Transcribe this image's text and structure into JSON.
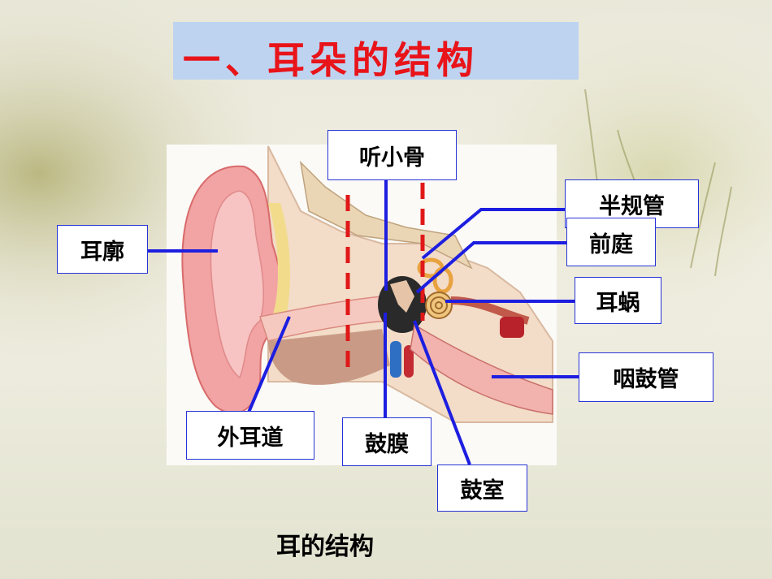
{
  "title": "一、耳朵的结构",
  "caption": "耳的结构",
  "labels": {
    "auricle": "耳廓",
    "ossicles": "听小骨",
    "semicircular_canals": "半规管",
    "vestibule": "前庭",
    "cochlea": "耳蜗",
    "eustachian_tube": "咽鼓管",
    "ear_canal": "外耳道",
    "eardrum": "鼓膜",
    "tympanic_cavity": "鼓室"
  },
  "colors": {
    "title_text": "#e8141a",
    "title_bg": "#bdd3f0",
    "pointer_line": "#1d1ee0",
    "divider_dash": "#e01818",
    "label_border": "#2733d6"
  },
  "icons": [
    "ear-anatomy-illustration"
  ]
}
